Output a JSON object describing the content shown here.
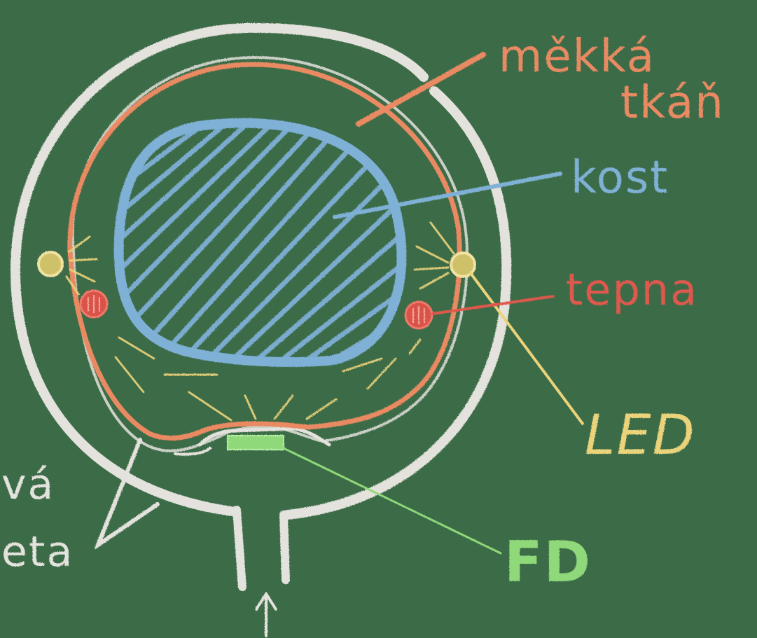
{
  "labels": {
    "soft_tissue_line1": "měkká",
    "soft_tissue_line2": "tkáň",
    "bone": "kost",
    "artery": "tepna",
    "led": "LED",
    "photodiode": "FD",
    "finger_line1": "vá",
    "finger_line2": "eta"
  },
  "colors": {
    "board": "#3c6b47",
    "white_chalk": "#e4e2dc",
    "orange_chalk": "#e98a62",
    "blue_chalk": "#7fb0d6",
    "red_chalk": "#e0584e",
    "yellow_chalk": "#ead37a",
    "green_chalk": "#8fd97a"
  }
}
